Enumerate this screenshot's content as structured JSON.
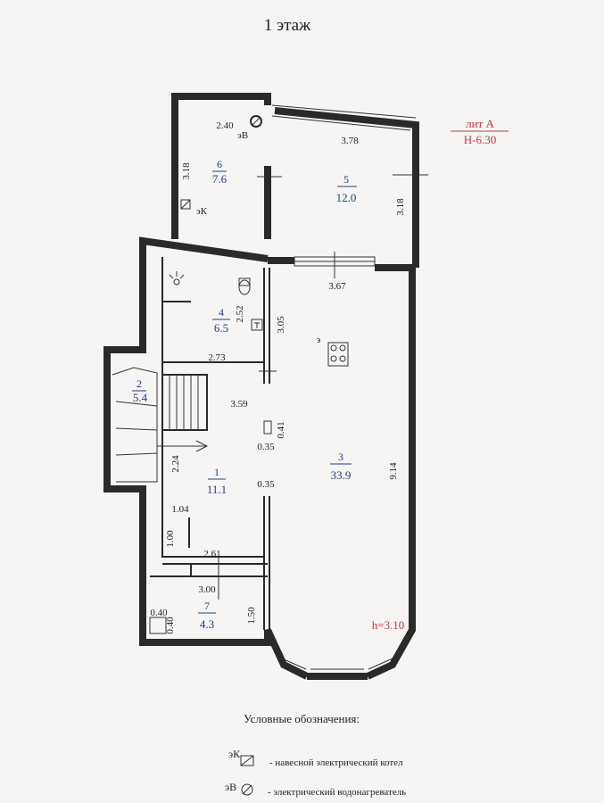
{
  "title": "1 этаж",
  "stamp": {
    "line1": "лит А",
    "line2": "Н-6.30"
  },
  "ceiling_height": "h=3.10",
  "rooms": [
    {
      "number": "1",
      "area": "11.1"
    },
    {
      "number": "2",
      "area": "5.4"
    },
    {
      "number": "3",
      "area": "33.9"
    },
    {
      "number": "4",
      "area": "6.5"
    },
    {
      "number": "5",
      "area": "12.0"
    },
    {
      "number": "6",
      "area": "7.6"
    },
    {
      "number": "7",
      "area": "4.3"
    }
  ],
  "dimensions": {
    "d240": "2.40",
    "d318a": "3.18",
    "d378": "3.78",
    "d318b": "3.18",
    "d367": "3.67",
    "d252": "2.52",
    "d305": "3.05",
    "d273": "2.73",
    "d359": "3.59",
    "d041": "0.41",
    "d035a": "0.35",
    "d224": "2.24",
    "d035b": "0.35",
    "d914": "9.14",
    "d104": "1.04",
    "d100": "1.00",
    "d261": "2.61",
    "d300": "3.00",
    "d040a": "0.40",
    "d040b": "0.40",
    "d150": "1.50"
  },
  "markers": {
    "ev": "эВ",
    "ek": "эК",
    "e": "э"
  },
  "legend": {
    "title": "Условные обозначения:",
    "items": [
      {
        "code": "эК",
        "icon": "boiler-icon",
        "text": "-  навесной электрический котел"
      },
      {
        "code": "эВ",
        "icon": "water-heater-icon",
        "text": "-  электрический водонагреватель"
      }
    ]
  }
}
